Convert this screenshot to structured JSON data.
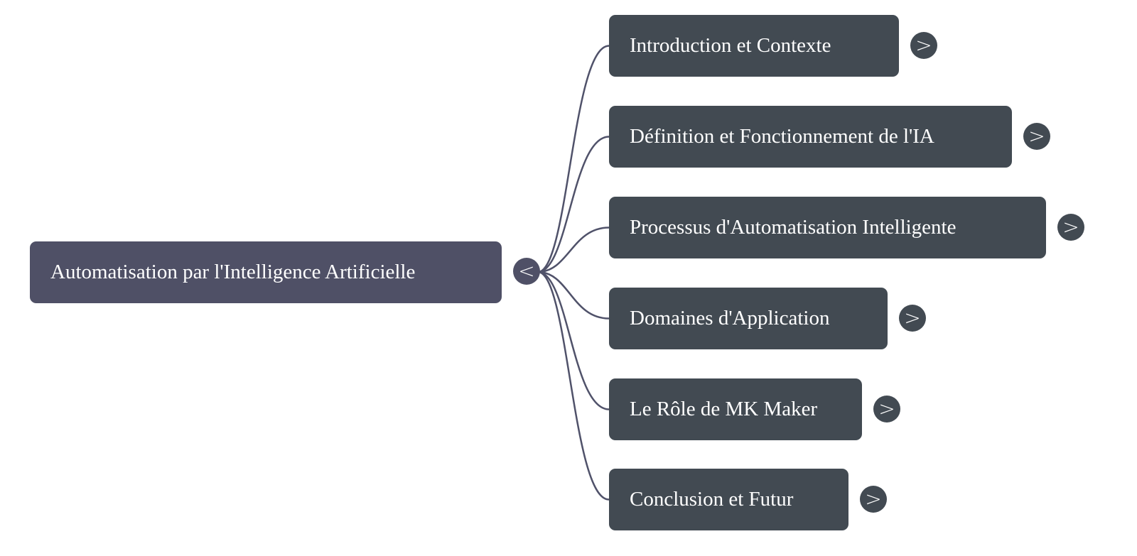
{
  "root": {
    "label": "Automatisation par l'Intelligence Artificielle",
    "toggle": "<"
  },
  "children": [
    {
      "label": "Introduction et Contexte",
      "toggle": ">"
    },
    {
      "label": "Définition et Fonctionnement de l'IA",
      "toggle": ">"
    },
    {
      "label": "Processus d'Automatisation Intelligente",
      "toggle": ">"
    },
    {
      "label": "Domaines d'Application",
      "toggle": ">"
    },
    {
      "label": "Le Rôle de MK Maker",
      "toggle": ">"
    },
    {
      "label": "Conclusion et Futur",
      "toggle": ">"
    }
  ],
  "colors": {
    "root": "#4f5066",
    "child": "#424a52",
    "edge": "#50526a"
  }
}
